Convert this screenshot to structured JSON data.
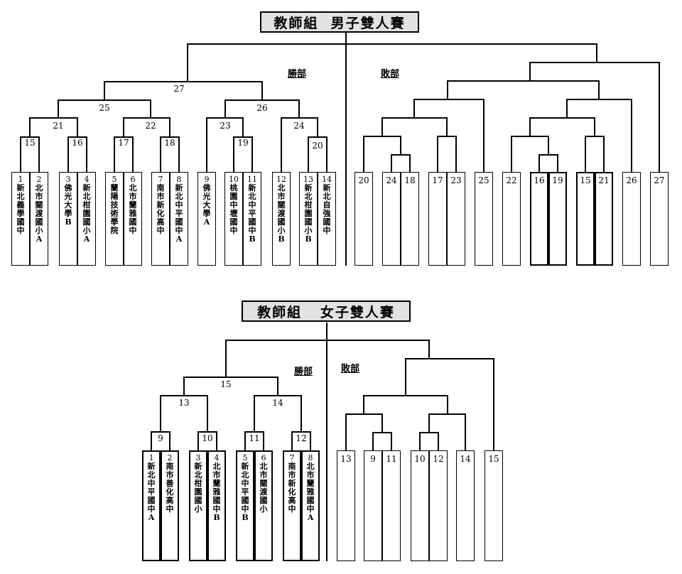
{
  "men": {
    "title": "教師組  男子雙人賽",
    "winners_label": "勝部",
    "losers_label": "敗部",
    "entrants": [
      {
        "seed": "1",
        "name": "新北義學國中"
      },
      {
        "seed": "2",
        "name": "北市關渡國小A"
      },
      {
        "seed": "3",
        "name": "佛光大學B"
      },
      {
        "seed": "4",
        "name": "新北柑園國小A"
      },
      {
        "seed": "5",
        "name": "蘭陽技術學院"
      },
      {
        "seed": "6",
        "name": "北市蘭雅國中"
      },
      {
        "seed": "7",
        "name": "南市新化高中"
      },
      {
        "seed": "8",
        "name": "新北中平國中A"
      },
      {
        "seed": "9",
        "name": "佛光大學A"
      },
      {
        "seed": "10",
        "name": "桃園中壢國中"
      },
      {
        "seed": "11",
        "name": "新北中平國中B"
      },
      {
        "seed": "12",
        "name": "北市關渡國小B"
      },
      {
        "seed": "13",
        "name": "新北柑園國小B"
      },
      {
        "seed": "14",
        "name": "新北自強國中"
      }
    ],
    "winner_matches": [
      "15",
      "16",
      "17",
      "18",
      "19",
      "20",
      "21",
      "22",
      "23",
      "24",
      "25",
      "26",
      "27"
    ],
    "loser_slots": [
      "20",
      "24",
      "18",
      "17",
      "23",
      "25",
      "22",
      "16",
      "19",
      "15",
      "21",
      "26",
      "27"
    ]
  },
  "women": {
    "title": "教師組   女子雙人賽",
    "winners_label": "勝部",
    "losers_label": "敗部",
    "entrants": [
      {
        "seed": "1",
        "name": "新北中平國中A"
      },
      {
        "seed": "2",
        "name": "南市善化高中"
      },
      {
        "seed": "3",
        "name": "新北柑園國小"
      },
      {
        "seed": "4",
        "name": "北市蘭雅國中B"
      },
      {
        "seed": "5",
        "name": "新北中平國中B"
      },
      {
        "seed": "6",
        "name": "北市關渡國小"
      },
      {
        "seed": "7",
        "name": "南市新化高中"
      },
      {
        "seed": "8",
        "name": "北市蘭雅國中A"
      }
    ],
    "winner_matches": [
      "9",
      "10",
      "11",
      "12",
      "13",
      "14",
      "15"
    ],
    "loser_slots": [
      "13",
      "9",
      "11",
      "10",
      "12",
      "14",
      "15"
    ]
  }
}
